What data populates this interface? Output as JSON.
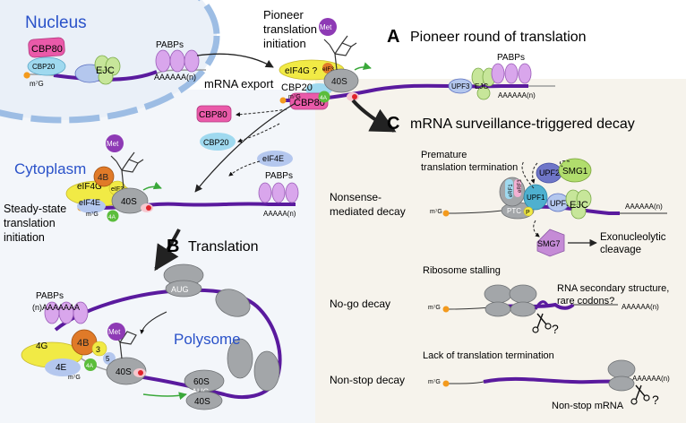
{
  "regions": {
    "nucleus": "Nucleus",
    "cytoplasm": "Cytoplasm",
    "polysome": "Polysome"
  },
  "sections": {
    "a_letter": "A",
    "a_title": "Pioneer round of translation",
    "b_letter": "B",
    "b_title": "Translation",
    "c_letter": "C",
    "c_title": "mRNA surveillance-triggered decay"
  },
  "labels": {
    "pioneer_line1": "Pioneer",
    "pioneer_line2": "translation",
    "pioneer_line3": "initiation",
    "mrna_export": "mRNA export",
    "steady_line1": "Steady-state",
    "steady_line2": "translation",
    "steady_line3": "initiation",
    "nmd_line1": "Nonsense-",
    "nmd_line2": "mediated decay",
    "nogo": "No-go decay",
    "nonstop": "Non-stop decay",
    "premature_line1": "Premature",
    "premature_line2": "translation termination",
    "exo_line1": "Exonucleolytic",
    "exo_line2": "cleavage",
    "ribosome_stalling": "Ribosome stalling",
    "rna_line1": "RNA secondary structure,",
    "rna_line2": "rare codons?",
    "lack_termination": "Lack of translation termination",
    "nonstop_mrna": "Non-stop mRNA",
    "question": "?"
  },
  "factors": {
    "cbp80": "CBP80",
    "cbp20": "CBP20",
    "ejc": "EJC",
    "pabps": "PABPs",
    "m7g": "m⁷G",
    "polya": "AAAAAA(n)",
    "polya_short": "AAAAA(n)",
    "polya_left": "(n)AAAAAAA",
    "met": "Met",
    "eif4g_q": "eIF4G ?",
    "eif3": "eIF3",
    "s40": "40S",
    "s60": "60S",
    "upf3": "UPF3",
    "fourA": "4A",
    "eif4e": "eIF4E",
    "eif4g": "eIF4G",
    "fourB": "4B",
    "fourG": "4G",
    "fourE": "4E",
    "three": "3",
    "five": "5",
    "aug": "AUG",
    "upf1": "UPF1",
    "upf2": "UPF2",
    "smg1": "SMG1",
    "smg7": "SMG7",
    "ptc": "PTC",
    "erf1": "eRF1",
    "erf3": "eRF3",
    "p": "P"
  },
  "colors": {
    "mrna": "#5a1a9e",
    "cbp80": "#ea5aa9",
    "cbp20": "#9fd9ef",
    "ejc": "#c7e69a",
    "pabp": "#d9a6ec",
    "ribosome": "#a3a6a9",
    "eif4g": "#f1ea45",
    "eif4a": "#5bbd3c",
    "eif4b": "#e07a28",
    "met": "#8e3ab5",
    "upf1": "#4eb0cf",
    "upf2": "#6f76c8",
    "smg1": "#b1dd6d",
    "smg7": "#c58bd6",
    "cap": "#f39a1d",
    "panel_bg": "#f6f3ec"
  }
}
